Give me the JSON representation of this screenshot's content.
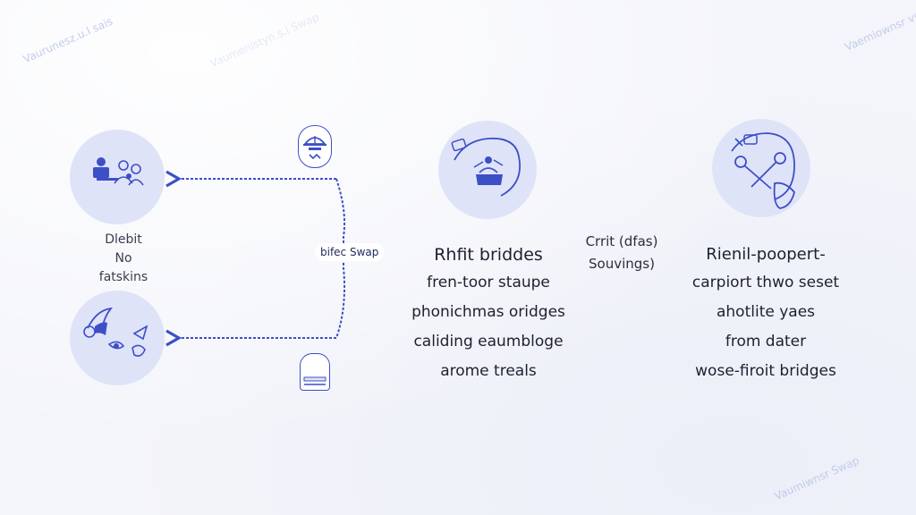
{
  "watermarks": [
    "Vaurunesz.u.l sais",
    "Vaemiownsr vsaaap",
    "Vaumenistyn.s.l Swap",
    "Vaumiwnsr Swap"
  ],
  "left_group": {
    "label_lines": [
      "Dlebit",
      "No",
      "fatskins"
    ]
  },
  "connector": {
    "badge": "bifec Swap"
  },
  "middle_block": {
    "lines": [
      "Rhfit briddes",
      "fren-toor staupe",
      "phonichmas oridges",
      "caliding eaumbloge",
      "arome treals"
    ]
  },
  "center_small": {
    "lines": [
      "Crrit (dfas)",
      "Souvings)"
    ]
  },
  "right_block": {
    "lines": [
      "Rienil-poopert-",
      "carpiort thwo seset",
      "ahotlite yaes",
      "from dater",
      "wose-firoit bridges"
    ]
  },
  "colors": {
    "accent": "#3d4fc7",
    "node_fill": "#dfe3f8",
    "background": "#f4f5fa",
    "text": "#1e2030"
  },
  "icons": {
    "left_top": "people-at-laptop-icon",
    "left_bottom": "hand-holding-tools-icon",
    "connector_top": "hardhat-face-icon",
    "connector_bottom": "jar-icon",
    "middle": "toolbox-handshake-icon",
    "right": "scissors-hand-icon"
  }
}
